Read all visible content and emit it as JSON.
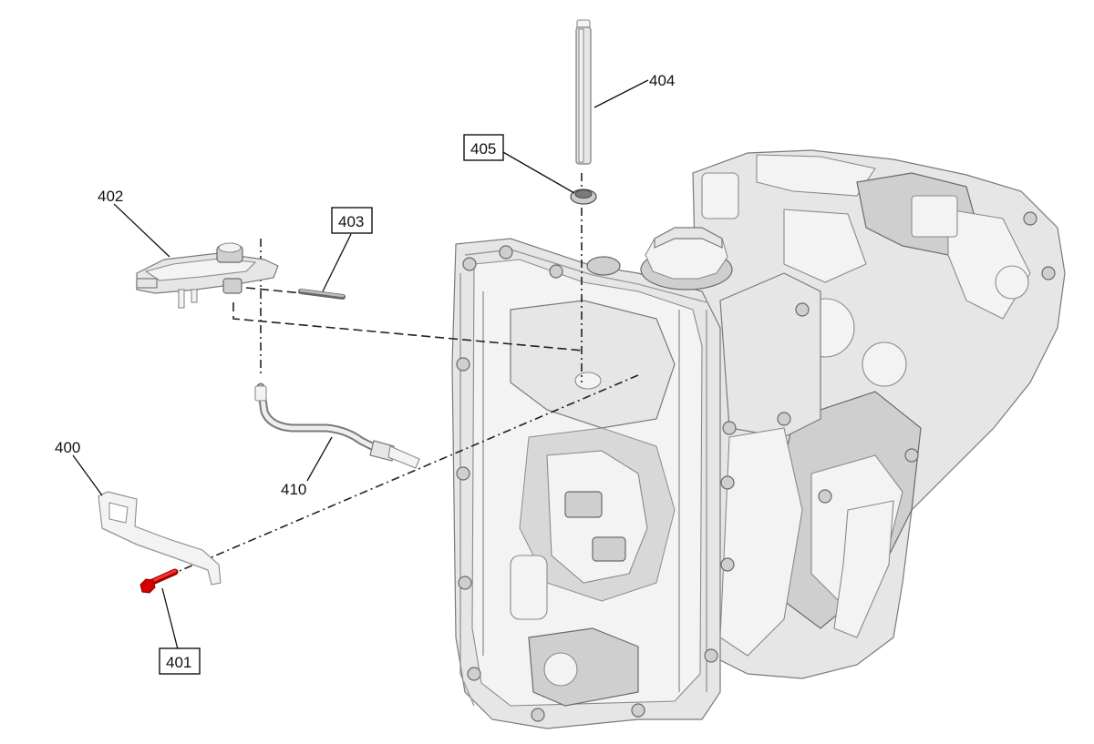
{
  "callouts": [
    {
      "id": "400",
      "label": "400",
      "boxed": false
    },
    {
      "id": "401",
      "label": "401",
      "boxed": true
    },
    {
      "id": "402",
      "label": "402",
      "boxed": false
    },
    {
      "id": "403",
      "label": "403",
      "boxed": true
    },
    {
      "id": "404",
      "label": "404",
      "boxed": false
    },
    {
      "id": "405",
      "label": "405",
      "boxed": true
    },
    {
      "id": "410",
      "label": "410",
      "boxed": false
    }
  ],
  "colors": {
    "bolt_highlight": "#d40000",
    "housing_fill": "#e6e6e6",
    "outline": "#7a7a7a"
  }
}
